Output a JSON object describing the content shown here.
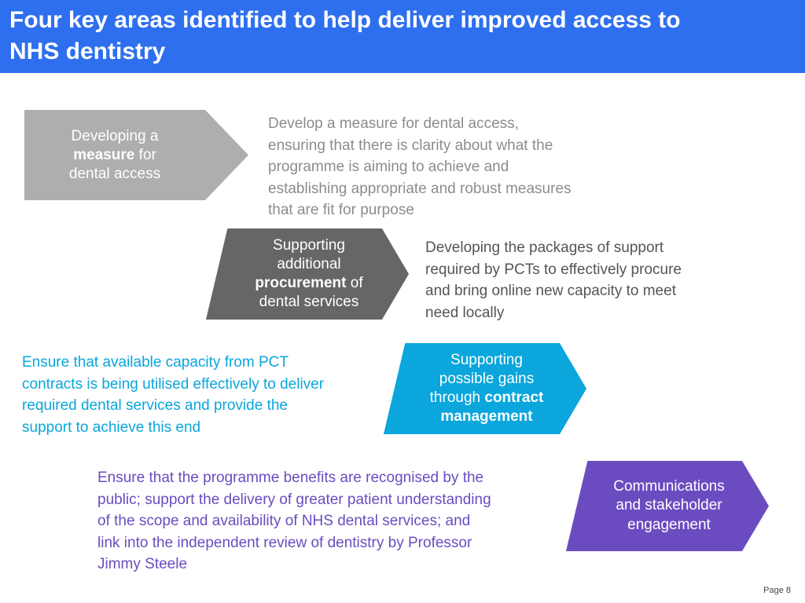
{
  "title": {
    "line1": "Four key areas identified to help deliver improved access to",
    "line2": "NHS dentistry"
  },
  "areas": [
    {
      "color": "#aeaeae",
      "label": {
        "l1": "Developing a",
        "l2_bold": "measure",
        "l2_rest": " for",
        "l3": "dental access"
      },
      "description": [
        "Develop a measure for dental access,",
        "ensuring that there is clarity about what the",
        "programme is aiming to achieve and",
        "establishing appropriate and robust measures",
        "that are fit for purpose"
      ]
    },
    {
      "color": "#666666",
      "label": {
        "l1": "Supporting",
        "l2": "additional",
        "l3_bold": "procurement",
        "l3_rest": " of",
        "l4": "dental services"
      },
      "description": [
        "Developing the packages of support",
        "required by PCTs to effectively procure",
        "and bring online new capacity to meet",
        "need locally"
      ]
    },
    {
      "color": "#0aa6dc",
      "label": {
        "l1": "Supporting",
        "l2": "possible gains",
        "l3": "through ",
        "l3_bold": "contract",
        "l4_bold": "management"
      },
      "description": [
        "Ensure that available capacity from PCT",
        "contracts is being utilised effectively to deliver",
        "required dental services and provide the",
        "support to achieve this end"
      ]
    },
    {
      "color": "#6a4cc0",
      "label": {
        "l1": "Communications",
        "l2": "and stakeholder",
        "l3": "engagement"
      },
      "description": [
        "Ensure that the programme benefits are recognised by the",
        "public; support the delivery of greater patient understanding",
        "of the scope and availability of NHS dental services; and",
        "link into the independent review of dentistry by Professor",
        "Jimmy Steele"
      ]
    }
  ],
  "footer": {
    "page_label": "Page 8"
  }
}
